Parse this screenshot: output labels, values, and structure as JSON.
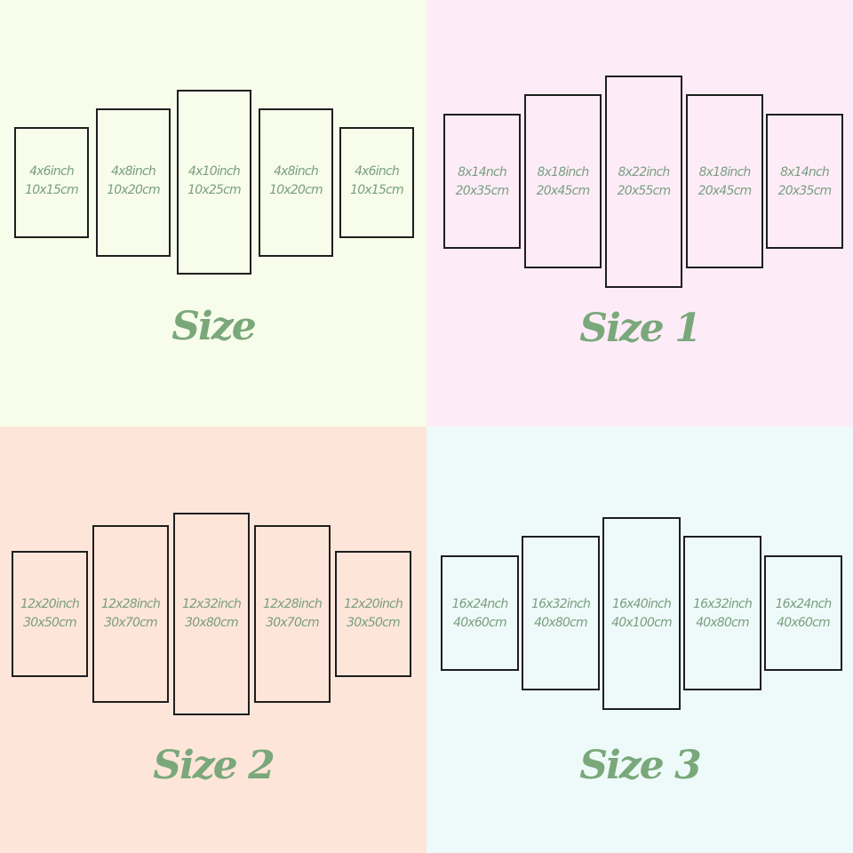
{
  "colors": {
    "text_green": "#7a9e80",
    "title_green": "#7aa87a",
    "outline": "#1e1e1e"
  },
  "sections": [
    {
      "title": "Size",
      "background": "#f7fdea",
      "panels": [
        {
          "inch": "4x6inch",
          "cm": "10x15cm"
        },
        {
          "inch": "4x8inch",
          "cm": "10x20cm"
        },
        {
          "inch": "4x10inch",
          "cm": "10x25cm"
        },
        {
          "inch": "4x8inch",
          "cm": "10x20cm"
        },
        {
          "inch": "4x6inch",
          "cm": "10x15cm"
        }
      ]
    },
    {
      "title": "Size 1",
      "background": "#fdecf8",
      "panels": [
        {
          "inch": "8x14nch",
          "cm": "20x35cm"
        },
        {
          "inch": "8x18inch",
          "cm": "20x45cm"
        },
        {
          "inch": "8x22inch",
          "cm": "20x55cm"
        },
        {
          "inch": "8x18inch",
          "cm": "20x45cm"
        },
        {
          "inch": "8x14nch",
          "cm": "20x35cm"
        }
      ]
    },
    {
      "title": "Size 2",
      "background": "#fde5da",
      "panels": [
        {
          "inch": "12x20inch",
          "cm": "30x50cm"
        },
        {
          "inch": "12x28inch",
          "cm": "30x70cm"
        },
        {
          "inch": "12x32inch",
          "cm": "30x80cm"
        },
        {
          "inch": "12x28inch",
          "cm": "30x70cm"
        },
        {
          "inch": "12x20inch",
          "cm": "30x50cm"
        }
      ]
    },
    {
      "title": "Size 3",
      "background": "#eefaf9",
      "panels": [
        {
          "inch": "16x24nch",
          "cm": "40x60cm"
        },
        {
          "inch": "16x32inch",
          "cm": "40x80cm"
        },
        {
          "inch": "16x40inch",
          "cm": "40x100cm"
        },
        {
          "inch": "16x32inch",
          "cm": "40x80cm"
        },
        {
          "inch": "16x24nch",
          "cm": "40x60cm"
        }
      ]
    }
  ]
}
